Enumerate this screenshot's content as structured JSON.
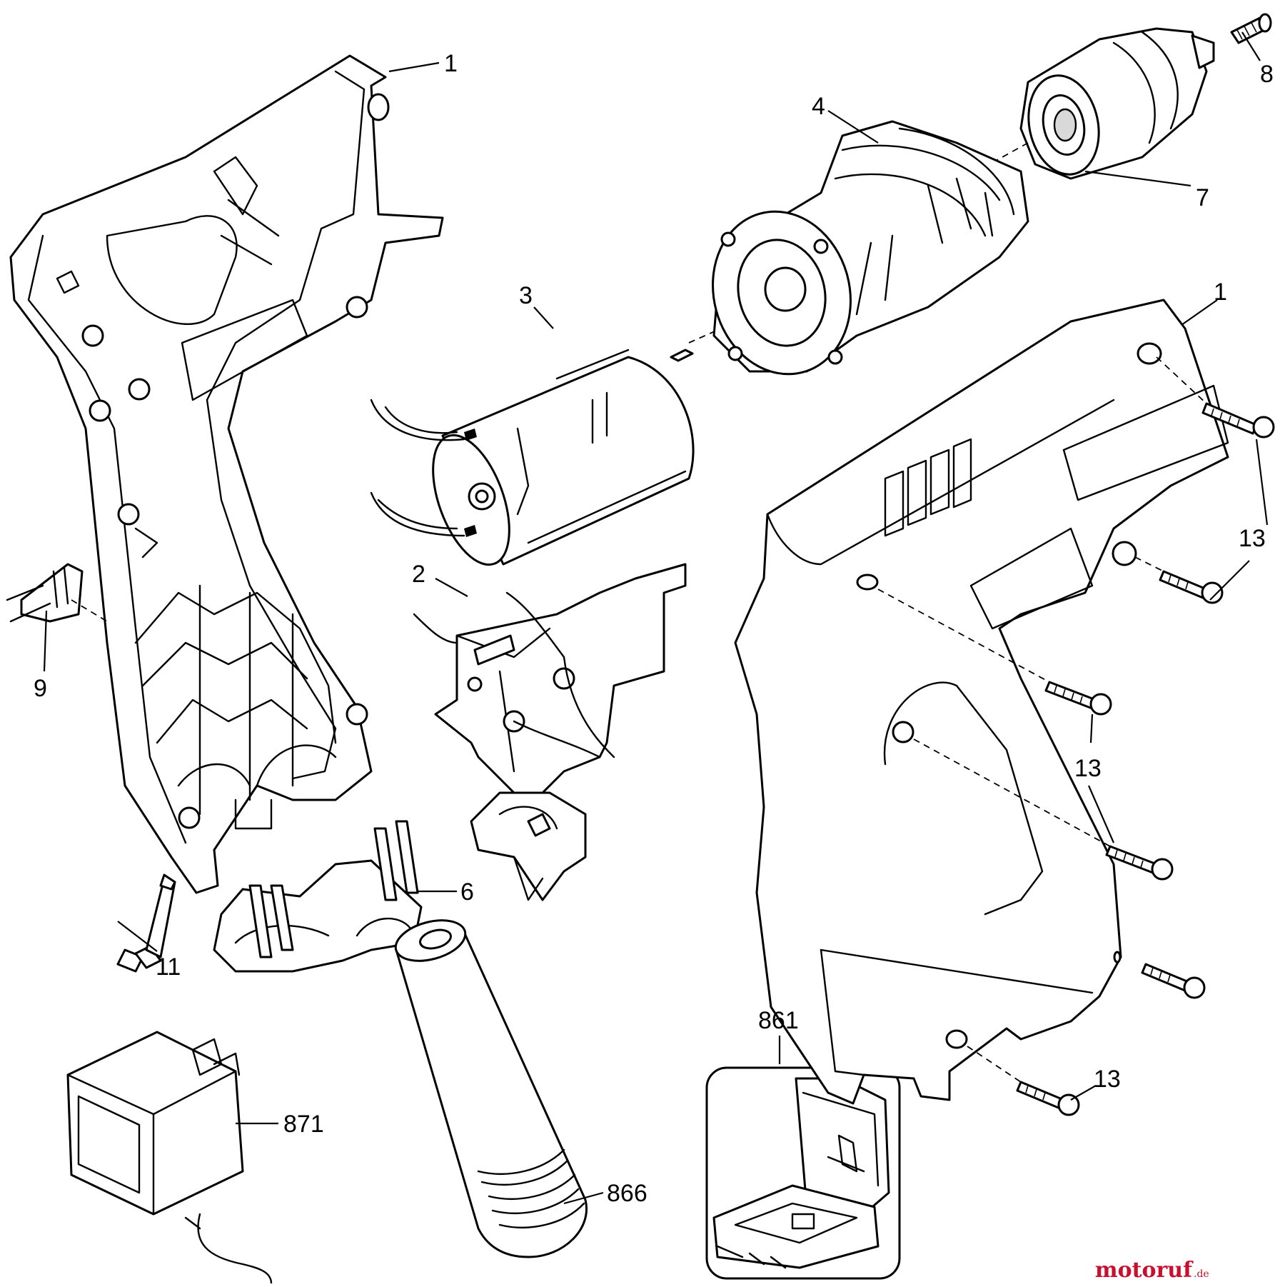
{
  "diagram": {
    "callouts": {
      "housing_left": "1",
      "housing_right": "1",
      "switch": "2",
      "motor": "3",
      "gearbox": "4",
      "battery_cap": "6",
      "chuck": "7",
      "chuck_screw": "8",
      "clip": "9",
      "bit": "11",
      "screw_a": "13",
      "screw_b": "13",
      "screw_c": "13",
      "case": "861",
      "battery": "866",
      "charger": "871"
    },
    "watermark": {
      "text": "motoruf",
      "suffix": ".de",
      "color": "#c8102e"
    }
  }
}
